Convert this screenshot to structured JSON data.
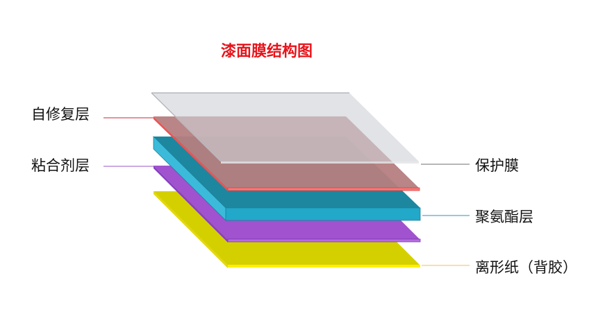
{
  "title": "漆面膜结构图",
  "title_color": "#e8141b",
  "layers": [
    {
      "label": "保护膜",
      "side": "right",
      "color": "#d4d7db",
      "edge": "#b9bcc0",
      "line": "#6e6e6e"
    },
    {
      "label": "自修复层",
      "side": "left",
      "color": "#b88585",
      "edge": "#e63c3c",
      "line": "#c8272d"
    },
    {
      "label": "聚氨酯层",
      "side": "right",
      "color": "#1d87a0",
      "front": "#22a8c9",
      "side_face": "#3bbbd9",
      "line": "#2a93c2"
    },
    {
      "label": "粘合剂层",
      "side": "left",
      "color": "#a052cf",
      "edge": "#8a3fc0",
      "line": "#9a55c4"
    },
    {
      "label": "离形纸（背胶）",
      "side": "right",
      "color": "#d4d000",
      "edge": "#ffee00",
      "line": "#f2c14a"
    }
  ],
  "labels": {
    "protective_film": "保护膜",
    "self_healing": "自修复层",
    "polyurethane": "聚氨酯层",
    "adhesive": "粘合剂层",
    "release_paper": "离形纸（背胶）"
  }
}
